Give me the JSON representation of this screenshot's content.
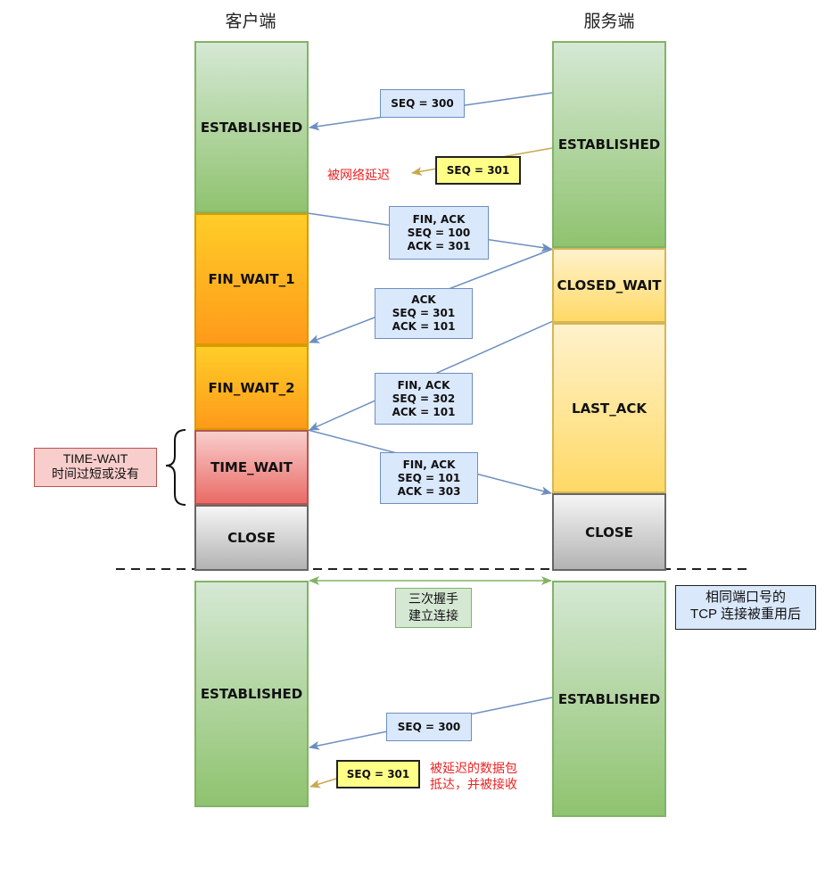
{
  "headers": {
    "client": "客户端",
    "server": "服务端"
  },
  "client_states_top": {
    "established": "ESTABLISHED",
    "fin_wait_1": "FIN_WAIT_1",
    "fin_wait_2": "FIN_WAIT_2",
    "time_wait": "TIME_WAIT",
    "close": "CLOSE"
  },
  "server_states_top": {
    "established": "ESTABLISHED",
    "closed_wait": "CLOSED_WAIT",
    "last_ack": "LAST_ACK",
    "close": "CLOSE"
  },
  "client_states_bottom": {
    "established": "ESTABLISHED"
  },
  "server_states_bottom": {
    "established": "ESTABLISHED"
  },
  "messages": {
    "seq300_top": [
      "SEQ = 300"
    ],
    "seq301_delayed": [
      "SEQ = 301"
    ],
    "fin1": [
      "FIN, ACK",
      "SEQ = 100",
      "ACK = 301"
    ],
    "ack1": [
      "ACK",
      "SEQ = 301",
      "ACK = 101"
    ],
    "fin2": [
      "FIN, ACK",
      "SEQ = 302",
      "ACK = 101"
    ],
    "ack2": [
      "FIN, ACK",
      "SEQ = 101",
      "ACK = 303"
    ],
    "seq300_bottom": [
      "SEQ = 300"
    ],
    "seq301_bottom": [
      "SEQ = 301"
    ]
  },
  "notes": {
    "delayed": "被网络延迟",
    "delayed_received": [
      "被延迟的数据包",
      "抵达，并被接收"
    ],
    "time_wait_note": [
      "TIME-WAIT",
      "时间过短或没有"
    ],
    "handshake": [
      "三次握手",
      "建立连接"
    ],
    "reuse": [
      "相同端口号的",
      "TCP 连接被重用后"
    ]
  },
  "colors": {
    "arrow_blue": "#6c8ebf",
    "arrow_gold": "#c8a84f",
    "arrow_green": "#82b366",
    "note_red": "#ee2222"
  }
}
